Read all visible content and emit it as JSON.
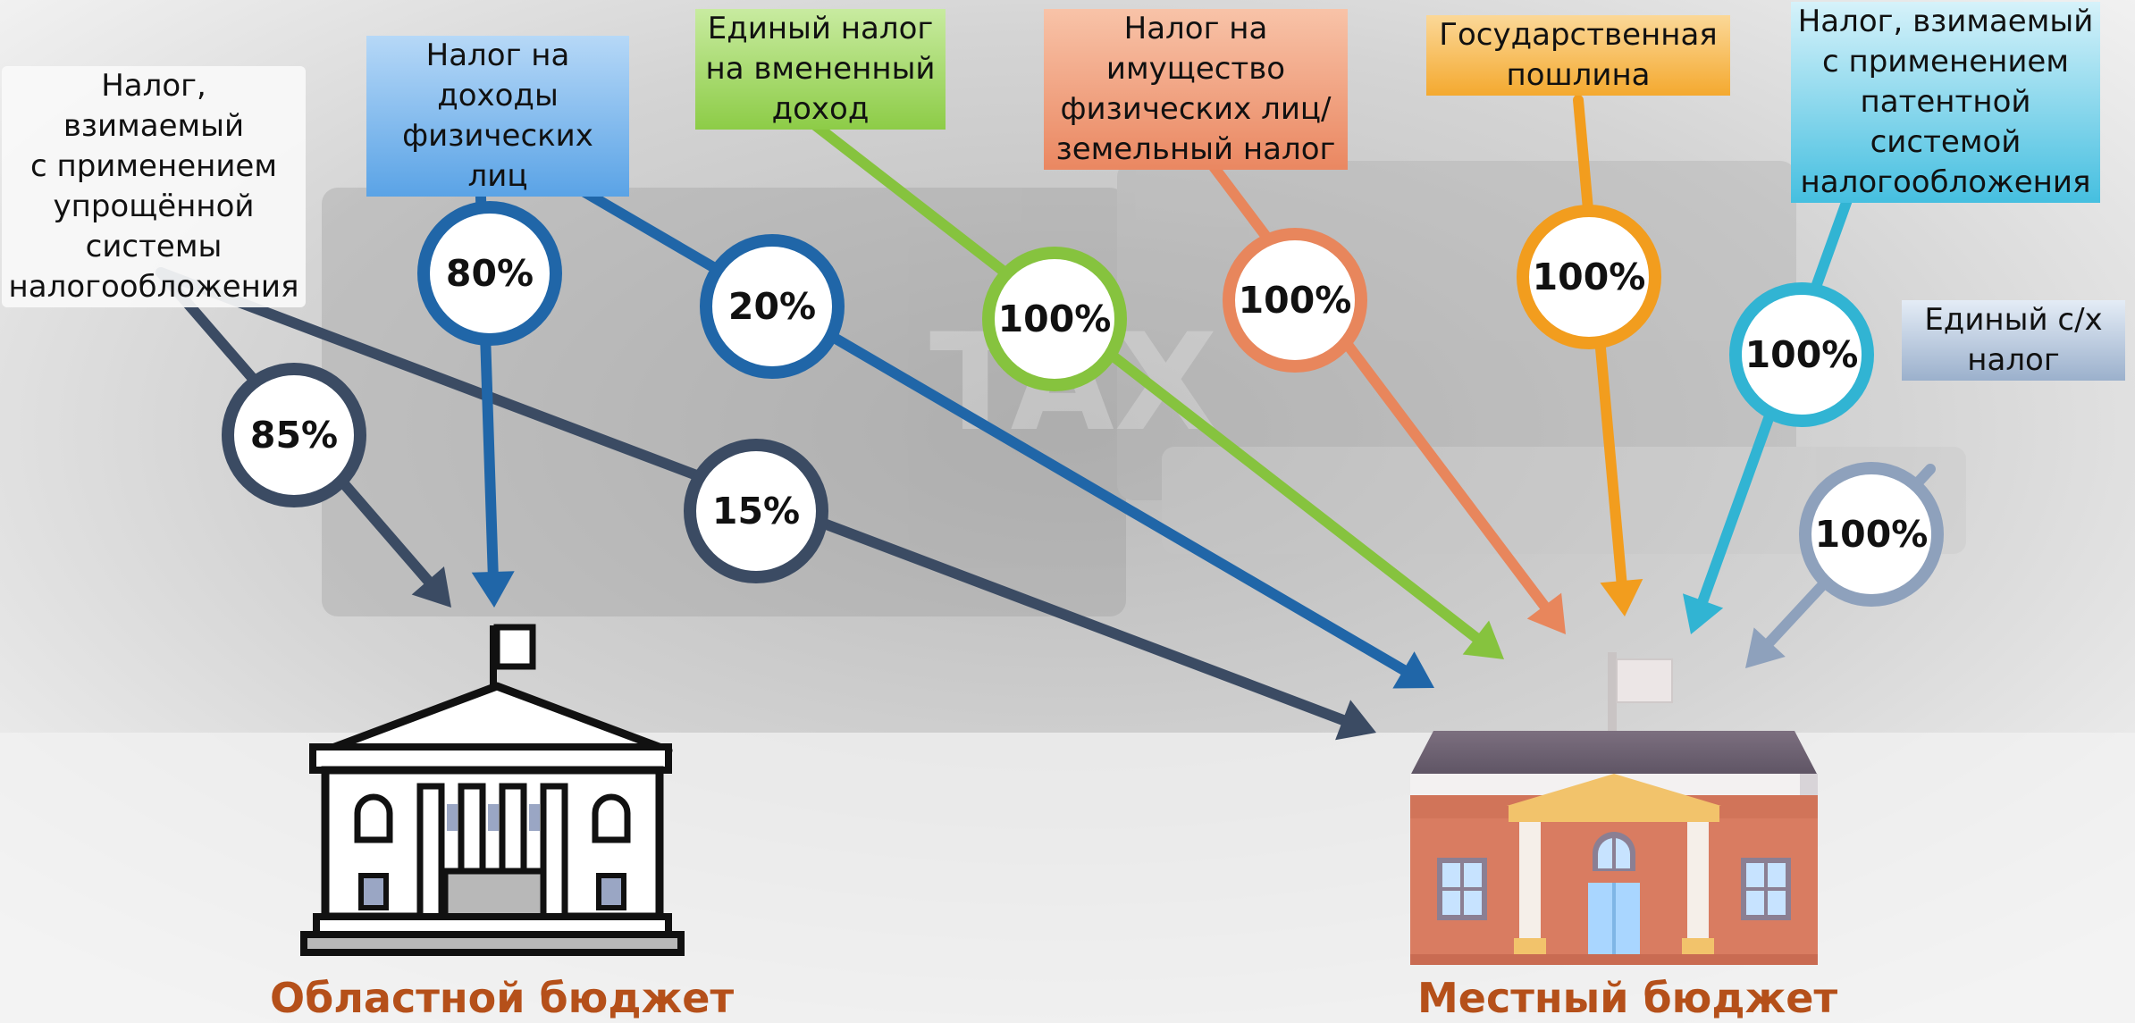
{
  "taxes": {
    "usn": "Налог, взимаемый\nс применением\nупрощённой\nсистемы\nналогообложения",
    "ndfl": "Налог на\nдоходы\nфизических лиц",
    "envd": "Единый налог\nна вмененный\nдоход",
    "property": "Налог на\nимущество\nфизических лиц/\nземельный налог",
    "duty": "Государственная\nпошлина",
    "patent": "Налог, взимаемый\nс применением\nпатентной\nсистемой\nналогообложения",
    "eshn": "Единый с/х\nналог"
  },
  "percents": {
    "usn_regional": "85%",
    "ndfl_regional": "80%",
    "ndfl_local": "20%",
    "usn_local": "15%",
    "envd_local": "100%",
    "property_local": "100%",
    "duty_local": "100%",
    "patent_local": "100%",
    "eshn_local": "100%"
  },
  "budgets": {
    "regional": "Областной бюджет",
    "local": "Местный бюджет"
  },
  "colors": {
    "navy": "#3b4b63",
    "blue": "#2066a8",
    "green": "#86c33e",
    "orange_red": "#e8865c",
    "orange": "#f29d1e",
    "cyan": "#31b4d3",
    "gray_blue": "#8ea1bc",
    "title": "#b5501a"
  }
}
